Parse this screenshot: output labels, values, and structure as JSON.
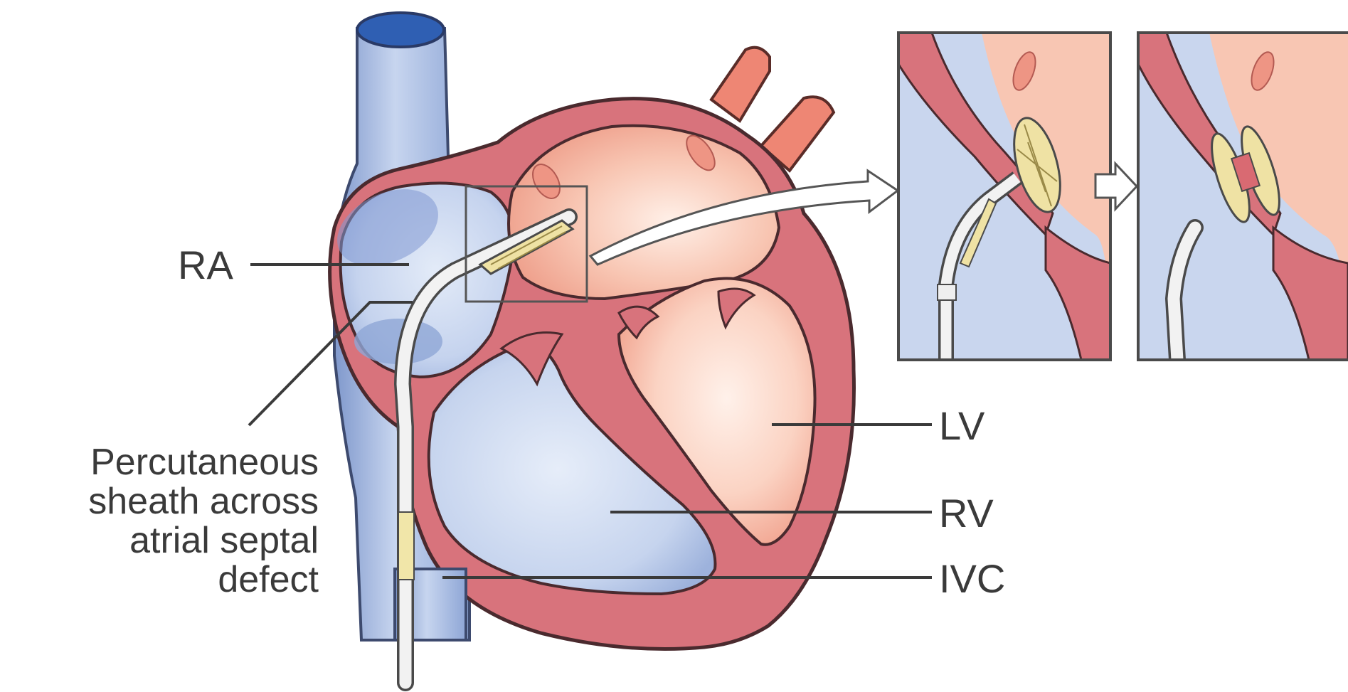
{
  "labels": {
    "ra": "RA",
    "sheath_line1": "Percutaneous",
    "sheath_line2": "sheath across",
    "sheath_line3": "atrial septal",
    "sheath_line4": "defect",
    "lv": "LV",
    "rv": "RV",
    "ivc": "IVC"
  },
  "colors": {
    "wall": "#d8737c",
    "wall_stroke": "#4a2a2e",
    "right_chamber": "#c9d6ee",
    "right_chamber_dark": "#8ea6d6",
    "left_chamber": "#f7c3b0",
    "left_chamber_light": "#fde4d8",
    "vein": "#9eb3dc",
    "artery": "#ef8a78",
    "device": "#efe2a4",
    "catheter": "#f1f1f1"
  }
}
